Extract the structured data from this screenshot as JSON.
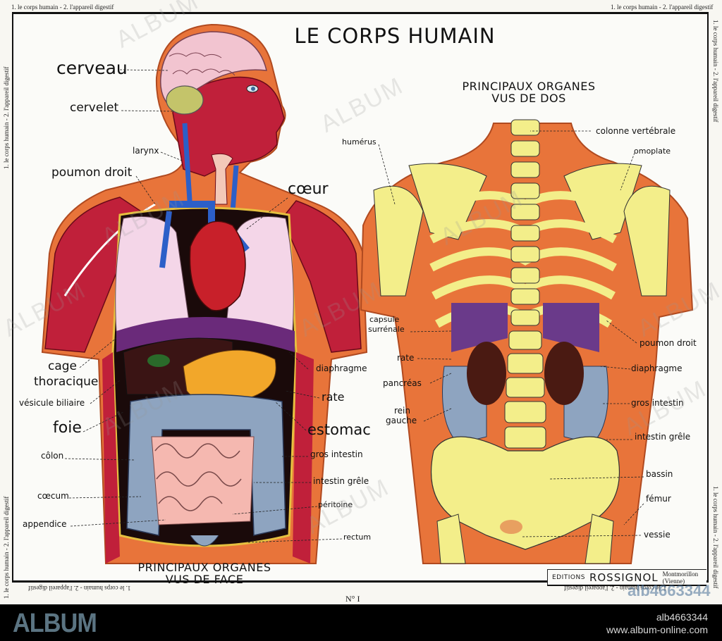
{
  "poster": {
    "title": "LE CORPS HUMAIN",
    "edge_caption": "1. le corps humain - 2. l'appareil digestif",
    "plate_number": "N° I",
    "publisher": {
      "prefix": "EDITIONS",
      "name": "ROSSIGNOL",
      "location": "Montmorillon (Vienne)"
    }
  },
  "front_view": {
    "subtitle_line1": "PRINCIPAUX ORGANES",
    "subtitle_line2": "VUS DE FACE",
    "labels": [
      {
        "text": "cerveau"
      },
      {
        "text": "cervelet"
      },
      {
        "text": "larynx"
      },
      {
        "text": "poumon droit"
      },
      {
        "text": "cœur"
      },
      {
        "text": "cage"
      },
      {
        "text": "thoracique"
      },
      {
        "text": "vésicule biliaire"
      },
      {
        "text": "foie"
      },
      {
        "text": "côlon"
      },
      {
        "text": "cœcum"
      },
      {
        "text": "appendice"
      },
      {
        "text": "diaphragme"
      },
      {
        "text": "rate"
      },
      {
        "text": "estomac"
      },
      {
        "text": "gros intestin"
      },
      {
        "text": "intestin grêle"
      },
      {
        "text": "péritoine"
      },
      {
        "text": "rectum"
      }
    ]
  },
  "back_view": {
    "subtitle_line1": "PRINCIPAUX ORGANES",
    "subtitle_line2": "VUS DE DOS",
    "labels": [
      {
        "text": "humérus"
      },
      {
        "text": "colonne vertébrale"
      },
      {
        "text": "omoplate"
      },
      {
        "text": "capsule"
      },
      {
        "text": "surrénale"
      },
      {
        "text": "rate"
      },
      {
        "text": "pancréas"
      },
      {
        "text": "rein"
      },
      {
        "text": "gauche"
      },
      {
        "text": "poumon droit"
      },
      {
        "text": "diaphragme"
      },
      {
        "text": "gros intestin"
      },
      {
        "text": "intestin grêle"
      },
      {
        "text": "bassin"
      },
      {
        "text": "fémur"
      },
      {
        "text": "vessie"
      }
    ]
  },
  "footer": {
    "brand": "ALBUM",
    "image_ref": "alb4663344",
    "website": "www.album-online.com",
    "watermark": "ALBUM"
  },
  "colors": {
    "muscle": "#c0203a",
    "skin": "#e8743a",
    "bone": "#f3ee8a",
    "brain": "#f2c4d0",
    "lung": "#f4d6e8",
    "heart": "#c8202a",
    "vein": "#2c5fc8",
    "liver": "#3a1414",
    "stomach": "#f2a72a",
    "intestine": "#f5b8b0",
    "colon": "#8ea4c0",
    "kidney": "#4a1a12",
    "footer_brand": "#5b7482"
  }
}
